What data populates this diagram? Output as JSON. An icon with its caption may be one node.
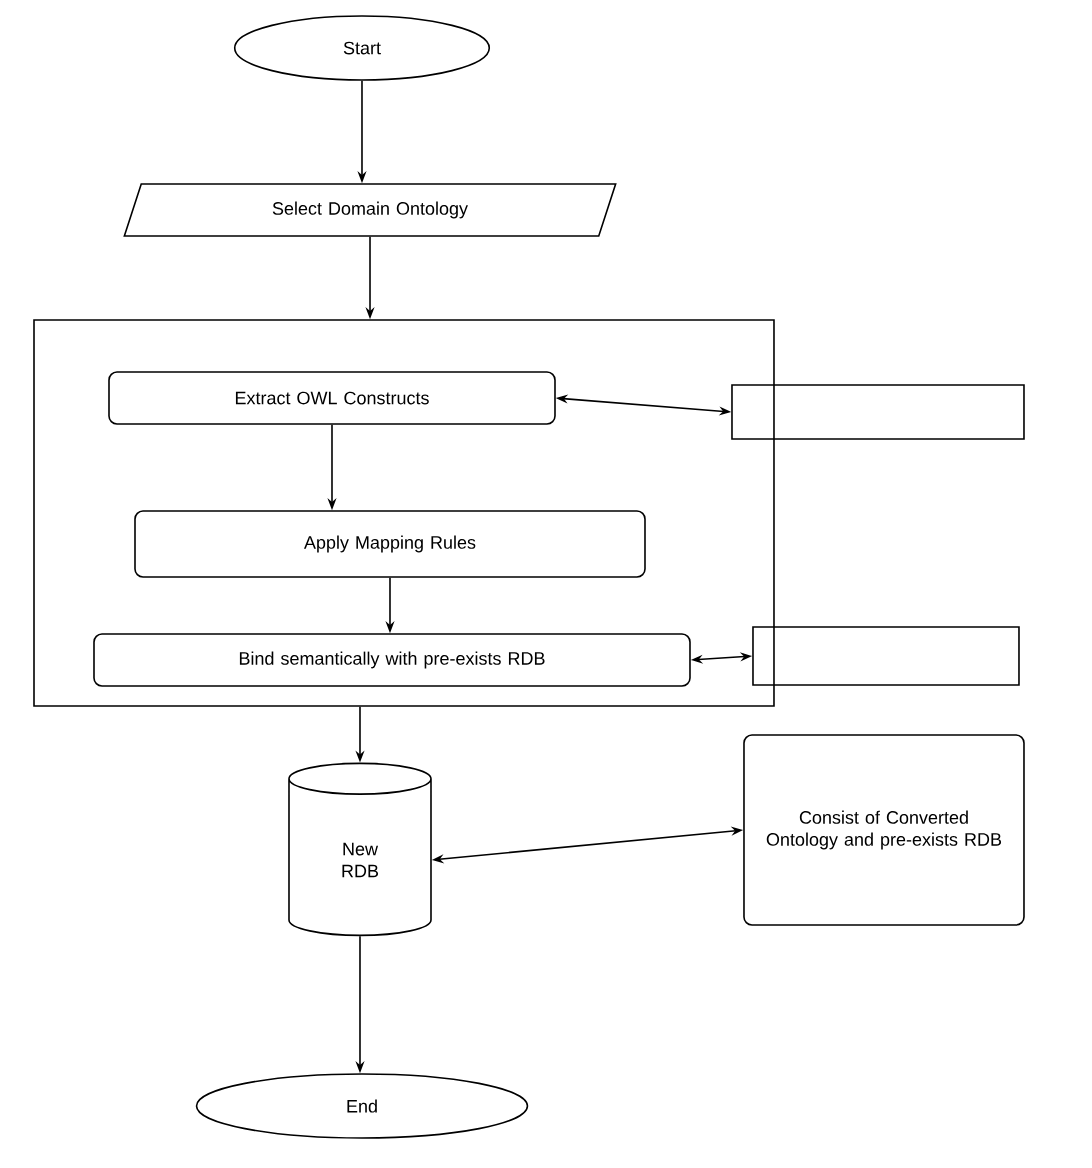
{
  "diagram": {
    "nodes": [
      {
        "text": [
          "Start"
        ]
      },
      {
        "text": [
          "Select Domain Ontology"
        ]
      },
      {
        "text": [],
        "shape": "box"
      },
      {
        "text": [
          "Extract OWL Constructs"
        ],
        "in": 2
      },
      {
        "text": [],
        "shape": "box"
      },
      {
        "text": [
          "Apply Mapping Rules"
        ],
        "in": 2
      },
      {
        "text": [
          "Bind semantically with pre-exists RDB"
        ],
        "in": 2
      },
      {
        "text": [],
        "shape": "box"
      },
      {
        "text": [
          "New RDB"
        ]
      },
      {
        "text": [
          "Consist of Converted Ontology and pre-exists RDB"
        ]
      },
      {
        "text": [
          "End"
        ]
      }
    ],
    "edges": [
      {
        "from": 0,
        "to": 1,
        "arrow": "to"
      },
      {
        "from": 1,
        "to": 2,
        "arrow": "to"
      },
      {
        "from": 3,
        "to": 4,
        "arrow": "both"
      },
      {
        "from": 3,
        "to": 5,
        "arrow": "to"
      },
      {
        "from": 5,
        "to": 6,
        "arrow": "to"
      },
      {
        "from": 6,
        "to": 7,
        "arrow": "both"
      },
      {
        "from": 2,
        "to": 8,
        "arrow": "to"
      },
      {
        "from": 8,
        "to": 9,
        "arrow": "both"
      },
      {
        "from": 8,
        "to": 10,
        "arrow": "to"
      }
    ]
  }
}
